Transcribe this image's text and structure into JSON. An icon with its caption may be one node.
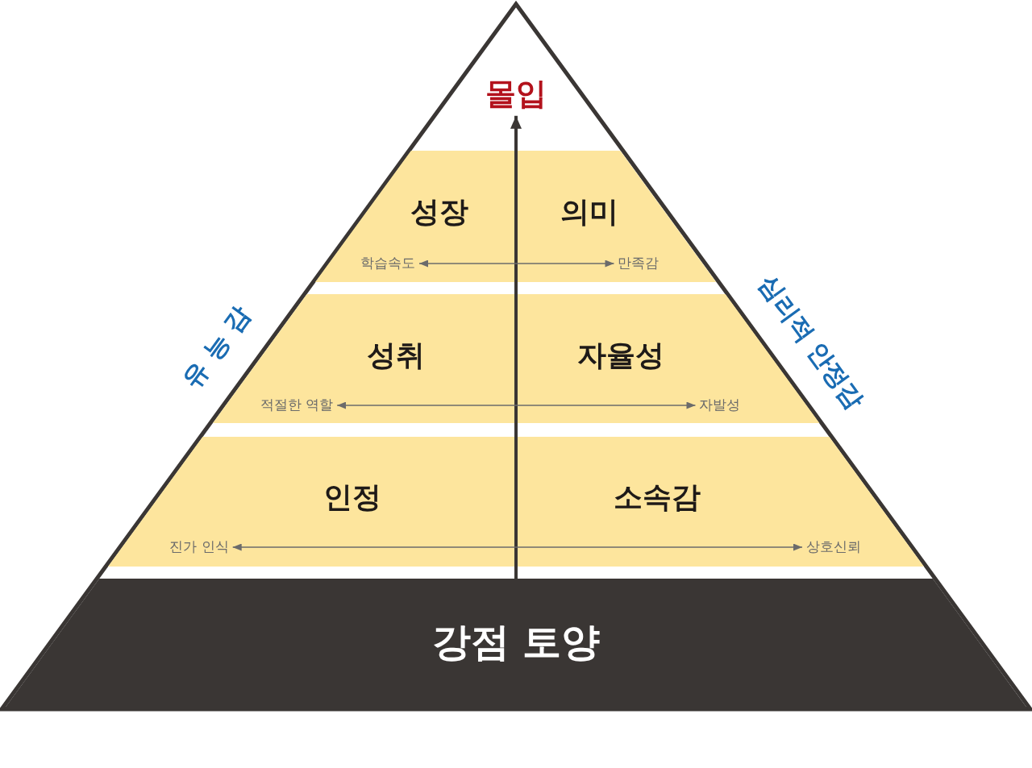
{
  "diagram": {
    "nodes": [
      {
        "text": [],
        "shape": "triangle"
      },
      {
        "text": [
          "몰입"
        ],
        "in": 0
      },
      {
        "text": [
          "성장",
          "의미"
        ],
        "in": 0
      },
      {
        "text": [
          "학습속도"
        ],
        "in": 2
      },
      {
        "text": [
          "만족감"
        ],
        "in": 2
      },
      {
        "text": [
          "성취",
          "자율성"
        ],
        "in": 0
      },
      {
        "text": [
          "적절한 역할"
        ],
        "in": 5
      },
      {
        "text": [
          "자발성"
        ],
        "in": 5
      },
      {
        "text": [
          "인정",
          "소속감"
        ],
        "in": 0
      },
      {
        "text": [
          "진가 인식"
        ],
        "in": 8
      },
      {
        "text": [
          "상호신뢰"
        ],
        "in": 8
      },
      {
        "text": [
          "강점 토양"
        ],
        "in": 0
      }
    ],
    "edges": [
      {
        "from": 11,
        "to": 1,
        "arrow": "to",
        "style": "thick",
        "color": "#3a3634"
      },
      {
        "from": 3,
        "to": 4,
        "arrow": "both"
      },
      {
        "from": 6,
        "to": 7,
        "arrow": "both"
      },
      {
        "from": 9,
        "to": 10,
        "arrow": "both"
      }
    ],
    "labels": [
      "유능감",
      "심리적 안정감"
    ]
  }
}
